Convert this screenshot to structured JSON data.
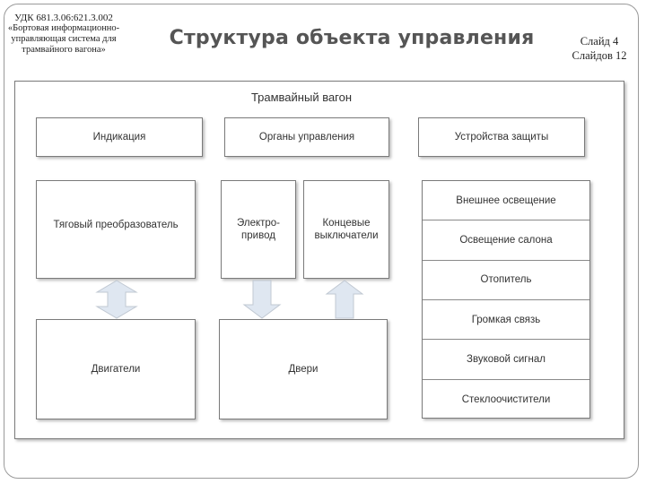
{
  "header": {
    "udk_code": "УДК 681.3.06:621.3.002",
    "udk_title": "«Бортовая информационно-управляющая система для трамвайного вагона»",
    "title": "Структура объекта управления",
    "slide_number": "Слайд 4",
    "slides_total": "Слайдов 12"
  },
  "diagram": {
    "container_label": "Трамвайный вагон",
    "top_row": [
      "Индикация",
      "Органы управления",
      "Устройства защиты"
    ],
    "converter": "Тяговый преобразователь",
    "drive": "Электро-\nпривод",
    "limit_switches": "Концевые\nвыключатели",
    "motors": "Двигатели",
    "doors": "Двери",
    "subsystems": [
      "Внешнее освещение",
      "Освещение салона",
      "Отопитель",
      "Громкая связь",
      "Звуковой сигнал",
      "Стеклоочистители"
    ]
  },
  "colors": {
    "arrow_fill": "#dfe7f1",
    "arrow_stroke": "#c0c8d2",
    "border": "#7a7a7a"
  }
}
